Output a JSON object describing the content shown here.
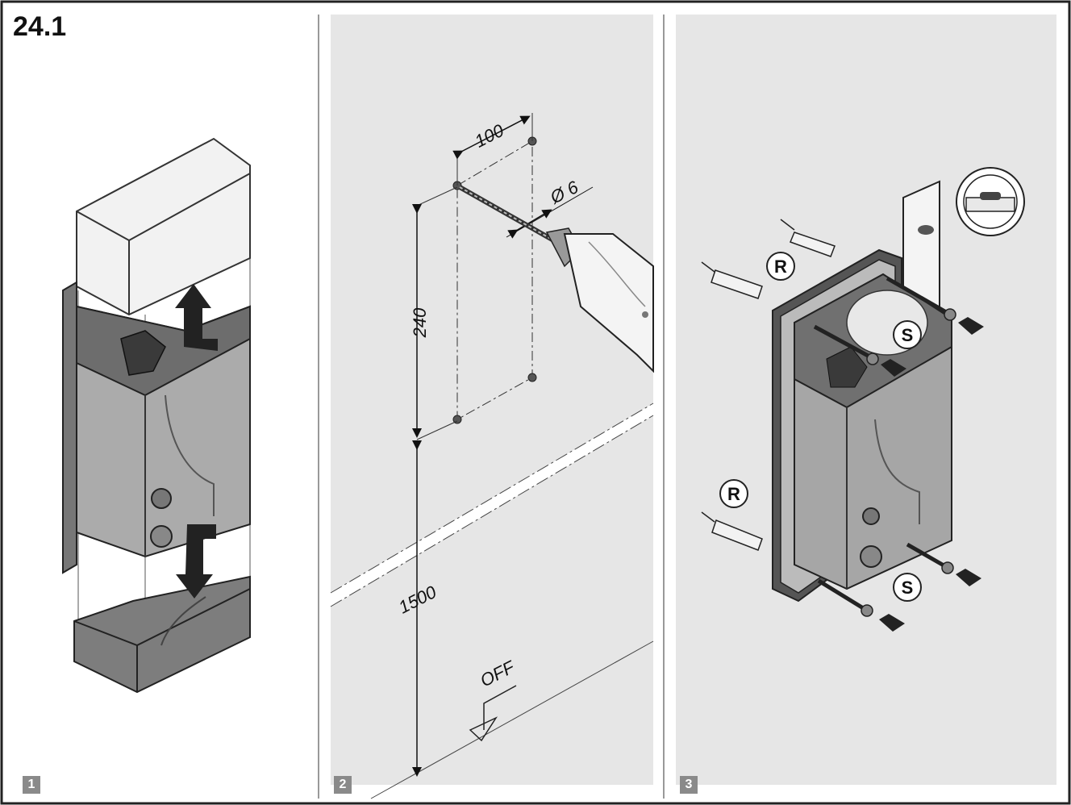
{
  "figure": {
    "title": "24.1",
    "panels": [
      {
        "number": "1"
      },
      {
        "number": "2"
      },
      {
        "number": "3"
      }
    ]
  },
  "panel2": {
    "dim_width": "100",
    "dim_diameter": "Ø 6",
    "dim_height": "240",
    "dim_floor": "1500",
    "floor_label": "OFF"
  },
  "panel3": {
    "label_r": "R",
    "label_s": "S"
  },
  "colors": {
    "panel_bg": "#e6e6e6",
    "housing": "#a9a9a9",
    "badge": "#8a8a8a"
  }
}
